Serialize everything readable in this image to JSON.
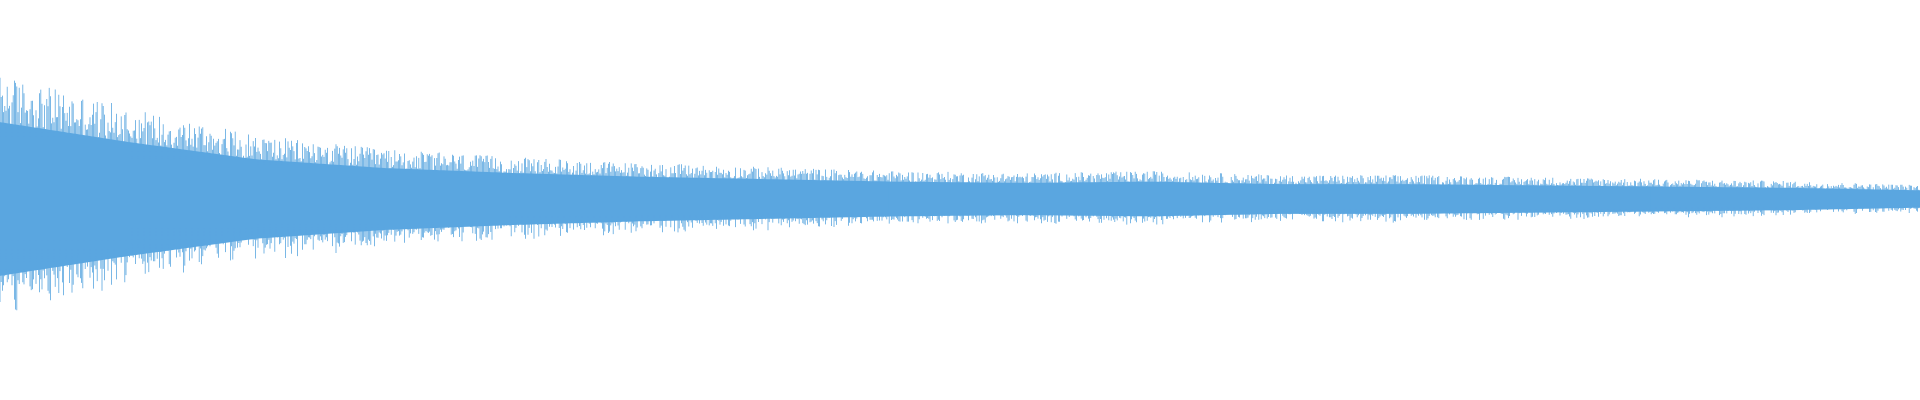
{
  "waveform": {
    "color": "#5aa6e0",
    "background": "#ffffff",
    "envelope": [
      0.62,
      0.46,
      0.32,
      0.25,
      0.21,
      0.18,
      0.16,
      0.14,
      0.13,
      0.14,
      0.12,
      0.12,
      0.11,
      0.1,
      0.09,
      0.07
    ]
  }
}
